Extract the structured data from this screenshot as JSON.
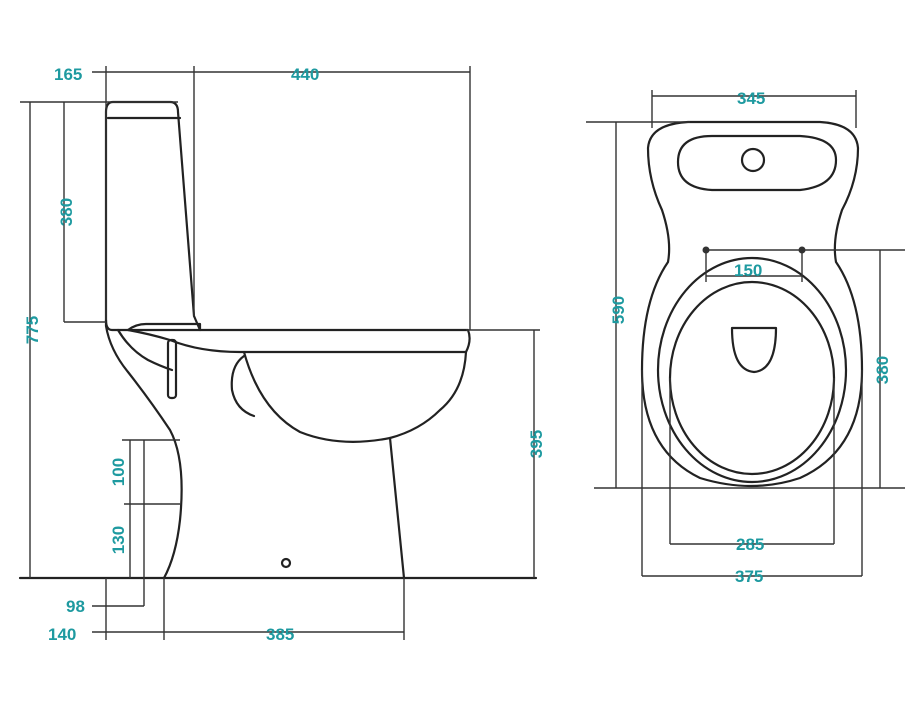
{
  "colors": {
    "dimension_text": "#1e9aa0",
    "line": "#222222",
    "background": "#ffffff"
  },
  "side_view": {
    "dim_tank_depth": "165",
    "dim_total_depth": "440",
    "dim_tank_height": "380",
    "dim_total_height": "775",
    "dim_seat_height": "395",
    "dim_inlet_span": "100",
    "dim_inlet_height": "130",
    "dim_outlet_offset": "98",
    "dim_wall_offset": "140",
    "dim_base_length": "385"
  },
  "top_view": {
    "dim_tank_width": "345",
    "dim_total_length": "590",
    "dim_hinge_spacing": "150",
    "dim_seat_length": "380",
    "dim_base_width": "285",
    "dim_bowl_width": "375"
  }
}
